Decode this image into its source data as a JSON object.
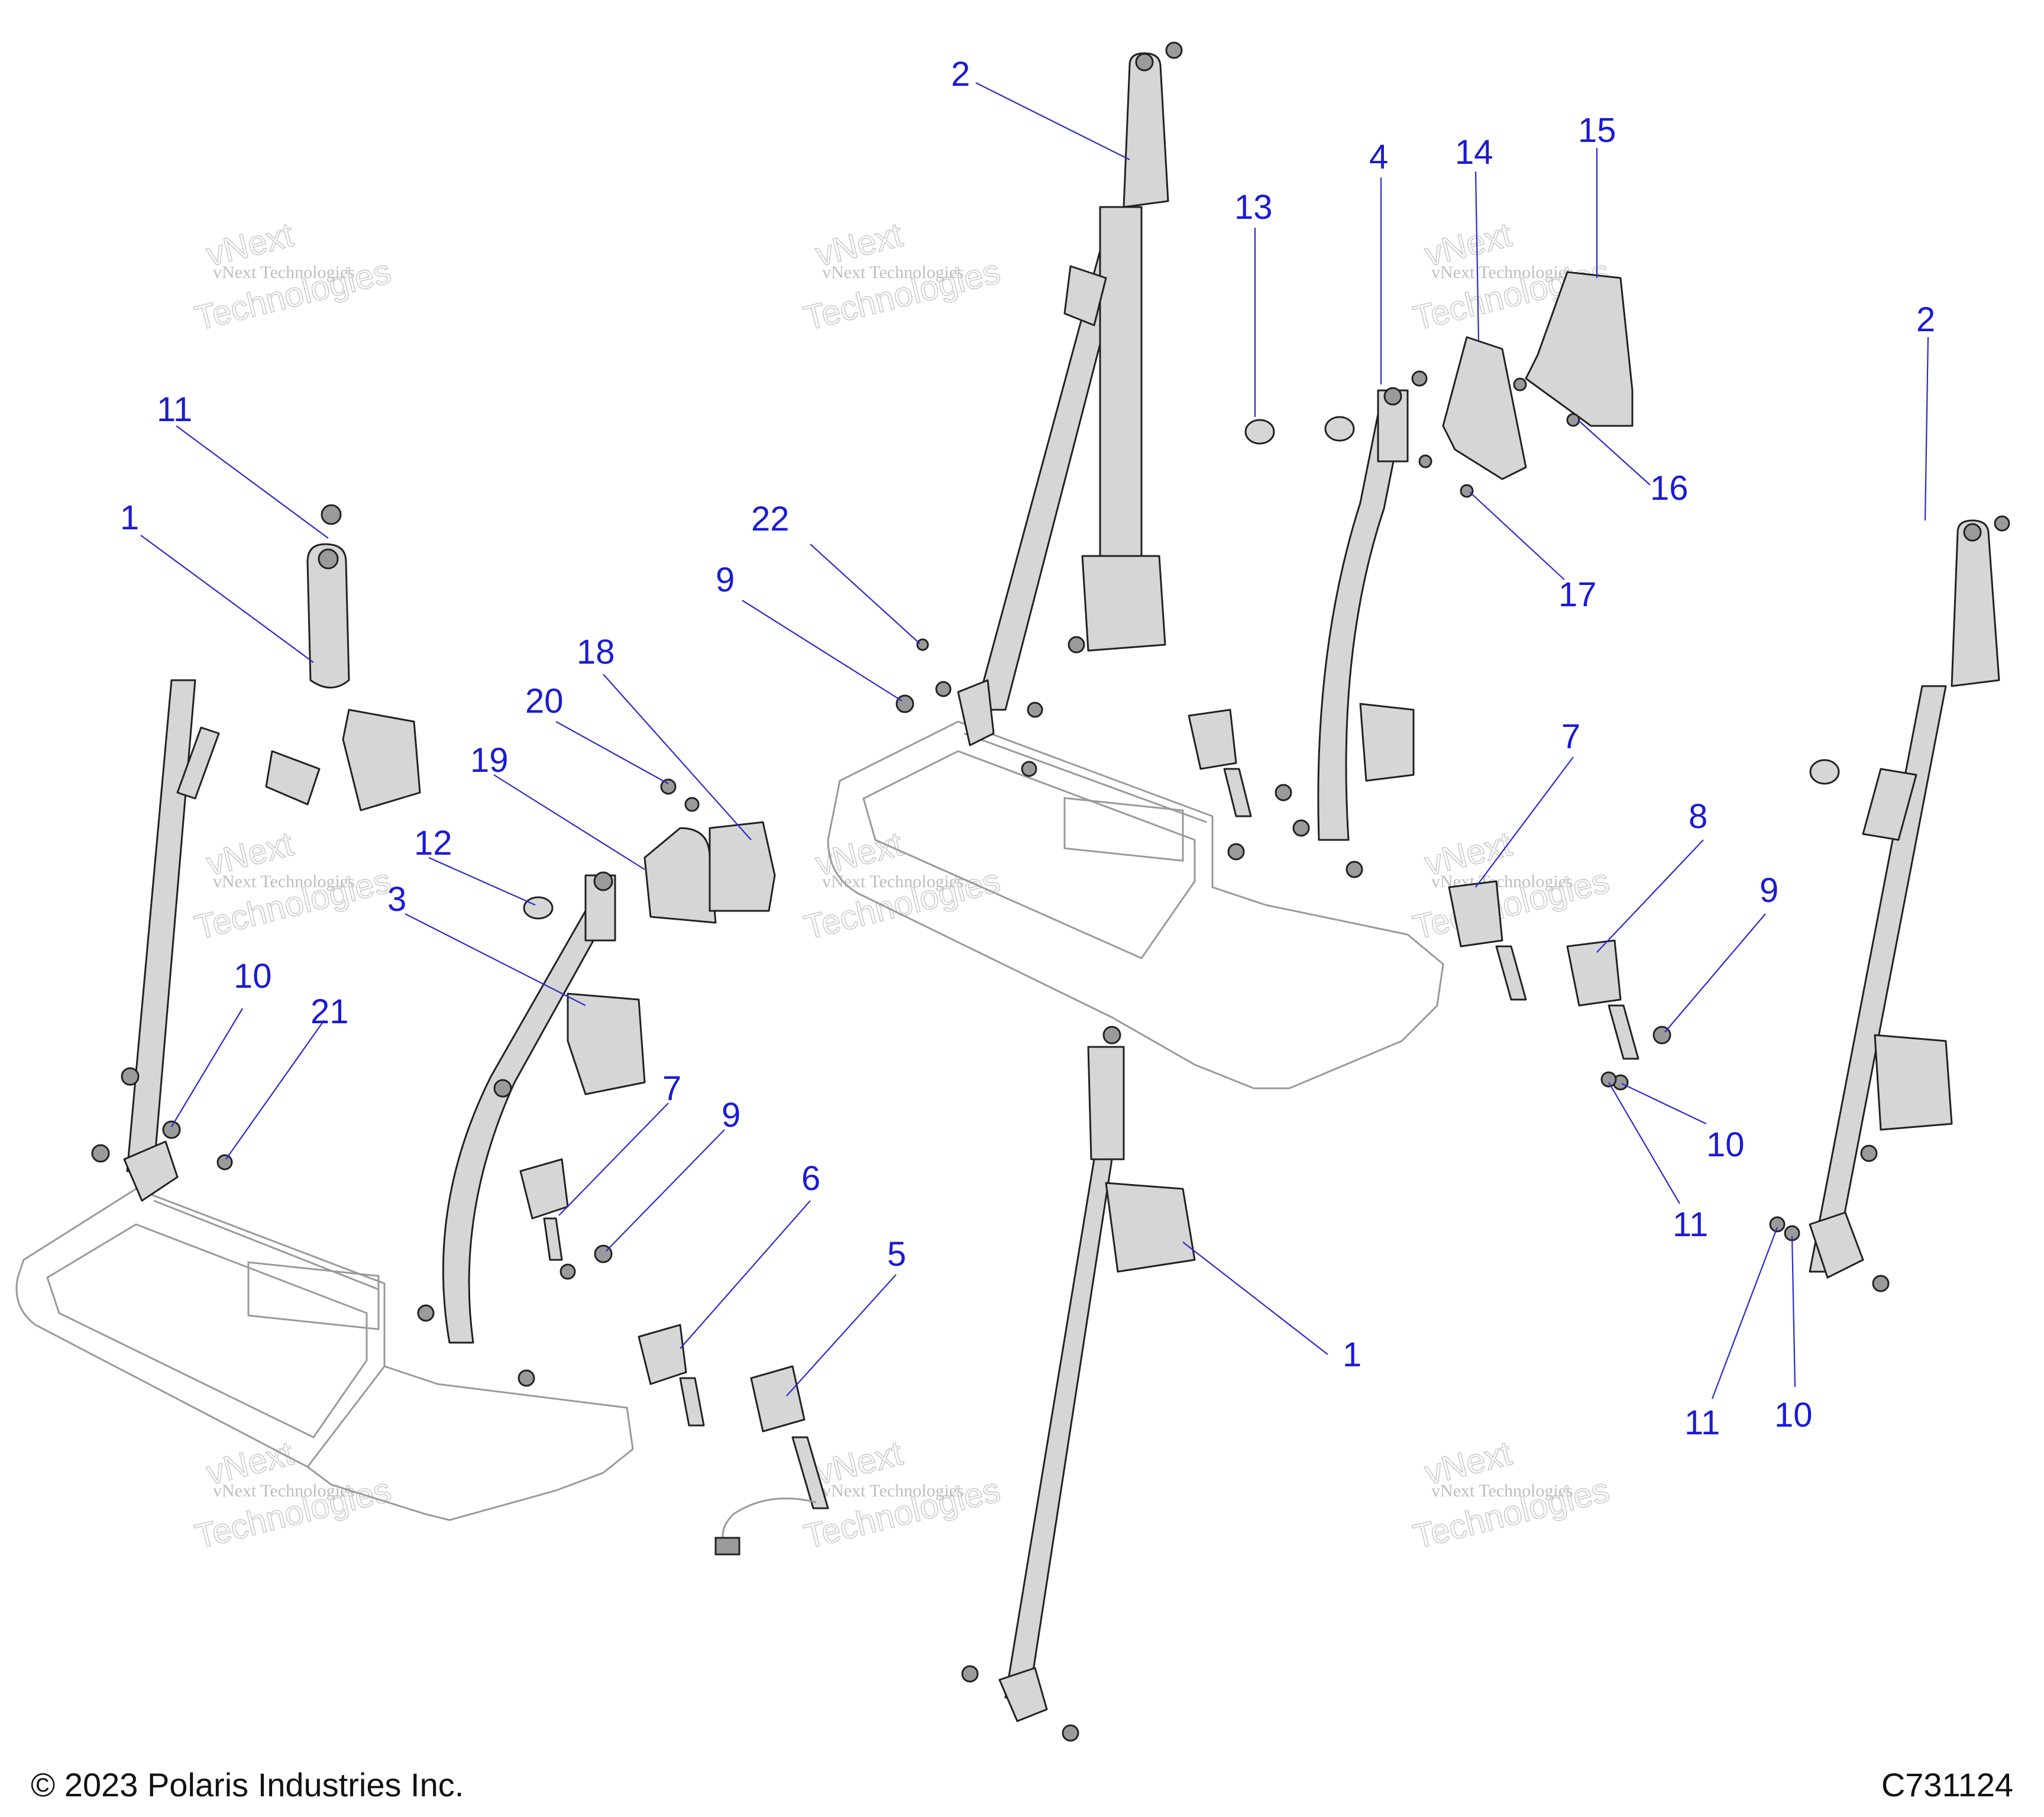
{
  "footer": {
    "copyright": "© 2023 Polaris Industries Inc.",
    "drawing_number": "C731124"
  },
  "watermark": {
    "line1": "vNext Technologies",
    "big": "Technologies",
    "top": "vNext"
  },
  "callouts": [
    {
      "id": "c-2a",
      "label": "2"
    },
    {
      "id": "c-13",
      "label": "13"
    },
    {
      "id": "c-4",
      "label": "4"
    },
    {
      "id": "c-14",
      "label": "14"
    },
    {
      "id": "c-15",
      "label": "15"
    },
    {
      "id": "c-2b",
      "label": "2"
    },
    {
      "id": "c-16",
      "label": "16"
    },
    {
      "id": "c-17",
      "label": "17"
    },
    {
      "id": "c-11a",
      "label": "11"
    },
    {
      "id": "c-1a",
      "label": "1"
    },
    {
      "id": "c-22",
      "label": "22"
    },
    {
      "id": "c-9a",
      "label": "9"
    },
    {
      "id": "c-18",
      "label": "18"
    },
    {
      "id": "c-20",
      "label": "20"
    },
    {
      "id": "c-19",
      "label": "19"
    },
    {
      "id": "c-12",
      "label": "12"
    },
    {
      "id": "c-3",
      "label": "3"
    },
    {
      "id": "c-7a",
      "label": "7"
    },
    {
      "id": "c-8",
      "label": "8"
    },
    {
      "id": "c-9b",
      "label": "9"
    },
    {
      "id": "c-10a",
      "label": "10"
    },
    {
      "id": "c-21",
      "label": "21"
    },
    {
      "id": "c-7b",
      "label": "7"
    },
    {
      "id": "c-9c",
      "label": "9"
    },
    {
      "id": "c-10b",
      "label": "10"
    },
    {
      "id": "c-11b",
      "label": "11"
    },
    {
      "id": "c-6",
      "label": "6"
    },
    {
      "id": "c-5",
      "label": "5"
    },
    {
      "id": "c-1b",
      "label": "1"
    },
    {
      "id": "c-11c",
      "label": "11"
    },
    {
      "id": "c-10c",
      "label": "10"
    }
  ]
}
